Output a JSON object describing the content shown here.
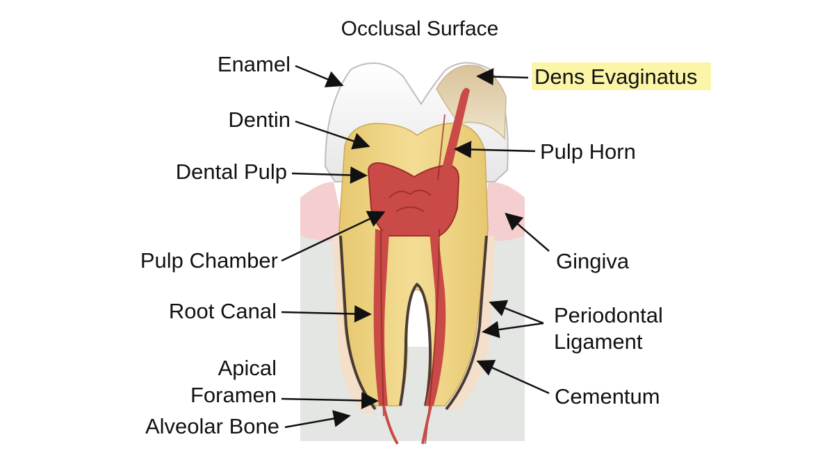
{
  "title": "Occlusal Surface",
  "labels": {
    "enamel": "Enamel",
    "dentin": "Dentin",
    "dental_pulp": "Dental Pulp",
    "pulp_chamber": "Pulp Chamber",
    "root_canal": "Root Canal",
    "apical_foramen_line1": "Apical",
    "apical_foramen_line2": "Foramen",
    "alveolar_bone": "Alveolar Bone",
    "dens_evaginatus": "Dens Evaginatus",
    "pulp_horn": "Pulp Horn",
    "gingiva": "Gingiva",
    "periodontal_ligament_line1": "Periodontal",
    "periodontal_ligament_line2": "Ligament",
    "cementum": "Cementum"
  },
  "colors": {
    "highlight": "#fbf5a8",
    "enamel": "#f2f2f2",
    "dentin": "#ecd27e",
    "pulp": "#c94a46",
    "gingiva": "#f5cfcf",
    "bone": "#e4e6e4",
    "cementum": "#4a3a34",
    "ligament": "#f3dfca"
  }
}
